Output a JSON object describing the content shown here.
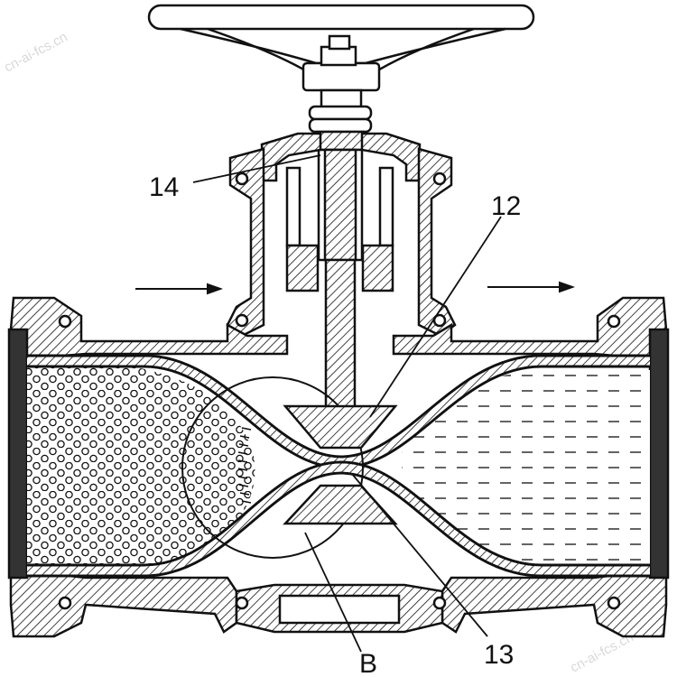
{
  "figure": {
    "labels": {
      "stem_part": "14",
      "upper_wedge": "12",
      "lower_wedge": "13",
      "detail_circle": "B"
    },
    "flow_arrows": [
      "inlet-arrow",
      "outlet-arrow"
    ],
    "watermark": "cn-ai-fcs.cn",
    "colors": {
      "line": "#111111",
      "background": "#ffffff"
    }
  }
}
